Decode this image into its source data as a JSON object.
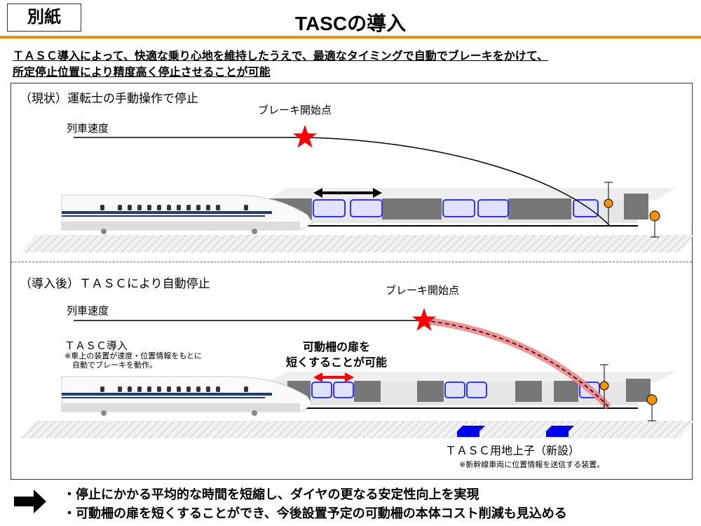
{
  "header": {
    "tag": "別紙",
    "title": "TASCの導入"
  },
  "summary": [
    "ＴＡＳＣ導入によって、快適な乗り心地を維持したうえで、最適なタイミングで自動でブレーキをかけて、",
    "所定停止位置により精度高く停止させることが可能"
  ],
  "before": {
    "label": "（現状）運転士の手動操作で停止",
    "brake_point": "ブレーキ開始点",
    "speed_label": "列車速度"
  },
  "after": {
    "label": "（導入後）ＴＡＳＣにより自動停止",
    "brake_point": "ブレーキ開始点",
    "speed_label": "列車速度",
    "tasc_title": "ＴＡＳＣ導入",
    "tasc_note_1": "※車上の装置が速度・位置情報をもとに",
    "tasc_note_2": "　自動でブレーキを動作。",
    "door_note_1": "可動柵の扉を",
    "door_note_2": "短くすることが可能",
    "transponder_title": "ＴＡＳＣ用地上子（新設）",
    "transponder_note": "※新幹線車両に位置情報を送信する装置。"
  },
  "conclusions": [
    "・停止にかかる平均的な時間を短縮し、ダイヤの更なる安定性向上を実現",
    "・可動柵の扉を短くすることができ、今後設置予定の可動柵の本体コスト削減も見込める"
  ],
  "colors": {
    "accent": "#f39200",
    "star": "#ff0000",
    "door": "#3333ff",
    "transponder": "#0000ee"
  }
}
